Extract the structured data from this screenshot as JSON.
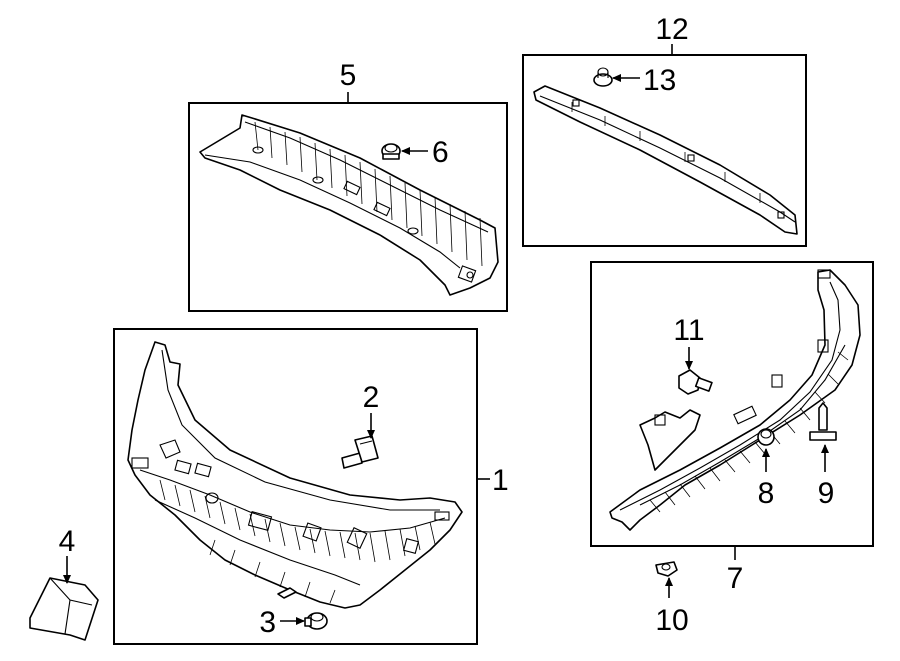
{
  "callouts": {
    "c1": "1",
    "c2": "2",
    "c3": "3",
    "c4": "4",
    "c5": "5",
    "c6": "6",
    "c7": "7",
    "c8": "8",
    "c9": "9",
    "c10": "10",
    "c11": "11",
    "c12": "12",
    "c13": "13"
  },
  "colors": {
    "line": "#000000",
    "background": "#ffffff"
  }
}
